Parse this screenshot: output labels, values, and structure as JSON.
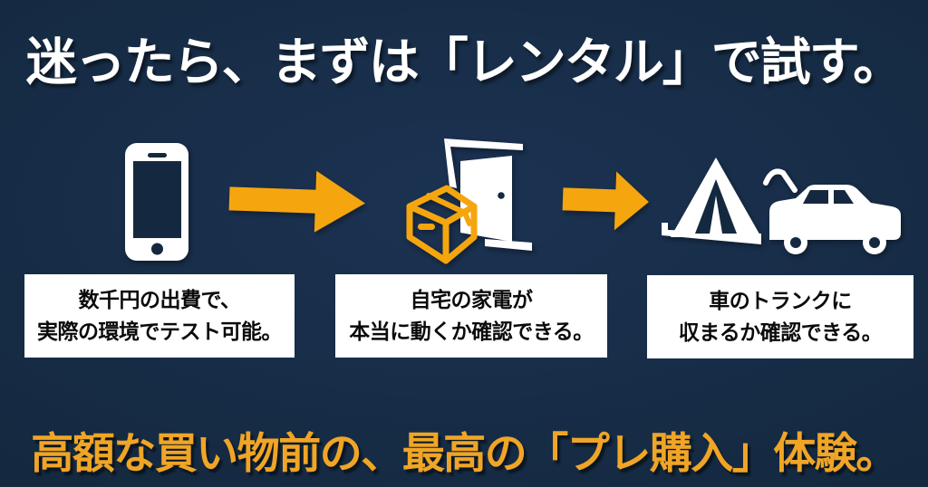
{
  "header": {
    "title": "迷ったら、まずは「レンタル」で試す。"
  },
  "flow": {
    "arrow_icon": "arrow-right-icon",
    "steps": [
      {
        "icon": "smartphone-icon",
        "lines": [
          "数千円の出費で、",
          "実際の環境でテスト可能。"
        ]
      },
      {
        "icon": "package-at-door-icon",
        "lines": [
          "自宅の家電が",
          "本当に動くか確認できる。"
        ]
      },
      {
        "icon": "tent-and-car-icon",
        "lines": [
          "車のトランクに",
          "収まるか確認できる。"
        ]
      }
    ]
  },
  "footer": {
    "tagline": "高額な買い物前の、最高の「プレ購入」体験。"
  },
  "colors": {
    "background_navy": "#14293F",
    "accent_orange": "#F5A60F",
    "footer_orange": "#F0A526",
    "card_background": "#FFFFFF",
    "card_text": "#0B0B0B",
    "title_white": "#FFFFFF"
  }
}
